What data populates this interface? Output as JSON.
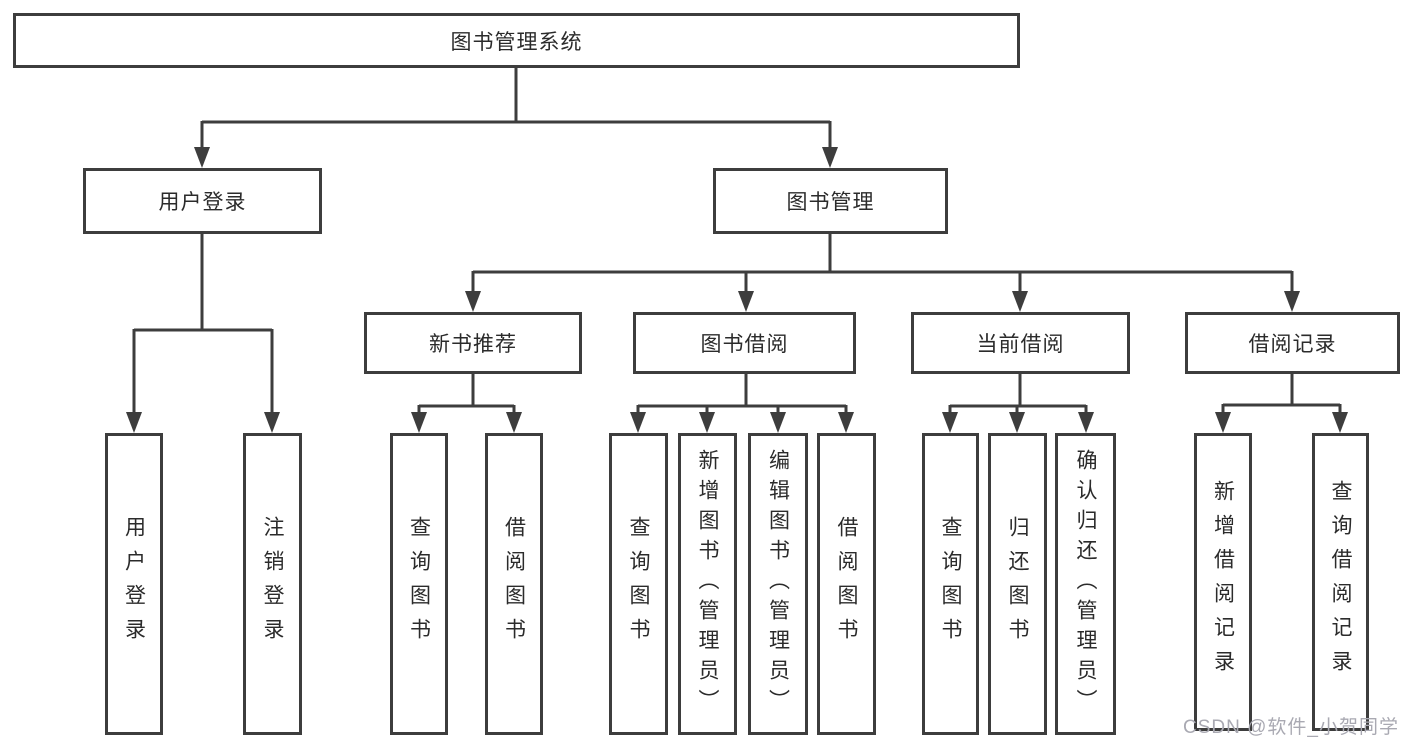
{
  "diagram_title": "图书管理系统",
  "nodes": {
    "root": "图书管理系统",
    "user_login": "用户登录",
    "book_management": "图书管理",
    "new_book_recommend": "新书推荐",
    "book_borrow": "图书借阅",
    "current_borrow": "当前借阅",
    "borrow_records": "借阅记录",
    "leaf_user_login": "用户登录",
    "leaf_logout": "注销登录",
    "leaf_nb_query_book": "查询图书",
    "leaf_nb_borrow_book": "借阅图书",
    "leaf_bb_query_book": "查询图书",
    "leaf_bb_add_book_admin": "新增图书（管理员）",
    "leaf_bb_edit_book_admin": "编辑图书（管理员）",
    "leaf_bb_borrow_book": "借阅图书",
    "leaf_cb_query_book": "查询图书",
    "leaf_cb_return_book": "归还图书",
    "leaf_cb_confirm_return_admin": "确认归还（管理员）",
    "leaf_br_add_record": "新增借阅记录",
    "leaf_br_query_record": "查询借阅记录"
  },
  "watermark": "CSDN @软件_小贺同学",
  "colors": {
    "line": "#3d3d3d",
    "box_border": "#3d3d3d",
    "text": "#2b2b2b",
    "background": "#ffffff",
    "watermark": "#a9a9b2"
  }
}
